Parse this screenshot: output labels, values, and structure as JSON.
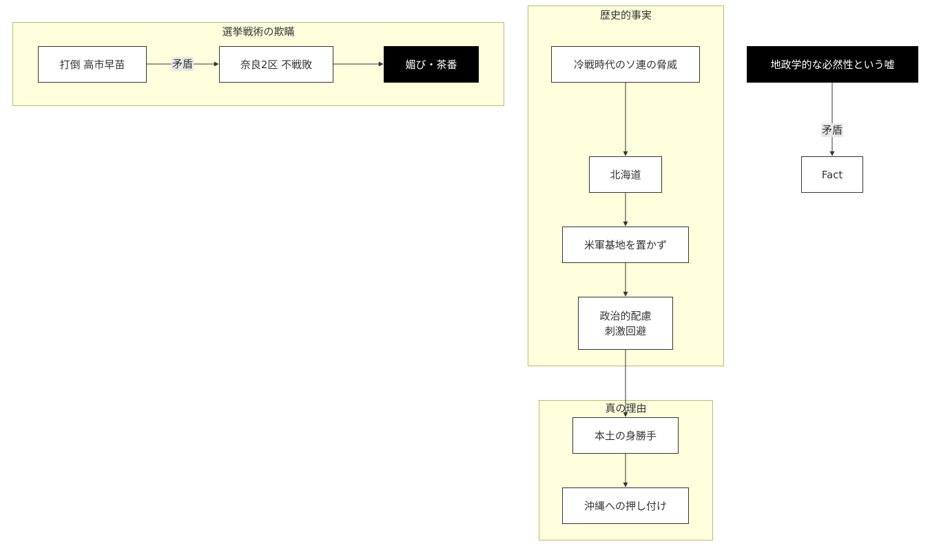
{
  "clusters": {
    "election": {
      "title": "選挙戦術の欺瞞"
    },
    "history": {
      "title": "歴史的事実"
    },
    "reason": {
      "title": "真の理由"
    }
  },
  "nodes": {
    "defeat_takaichi": "打倒 高市早苗",
    "nara2": "奈良2区 不戦敗",
    "flattery": "媚び・茶番",
    "soviet_threat": "冷戦時代のソ連の脅威",
    "hokkaido": "北海道",
    "no_us_base": "米軍基地を置かず",
    "political": "政治的配慮\n刺激回避",
    "mainland_selfish": "本土の身勝手",
    "okinawa_burden": "沖縄への押し付け",
    "geo_lie": "地政学的な必然性という嘘",
    "fact": "Fact"
  },
  "edges": {
    "contradiction_label_1": "矛盾",
    "contradiction_label_2": "矛盾"
  },
  "colors": {
    "cluster_fill": "#ffffde",
    "cluster_border": "#b9b973",
    "node_fill": "#ffffff",
    "node_border": "#333333",
    "dark_node_fill": "#000000",
    "dark_node_text": "#ffffff",
    "edge_color": "#333333",
    "edge_label_bg": "#e8e8e8"
  }
}
